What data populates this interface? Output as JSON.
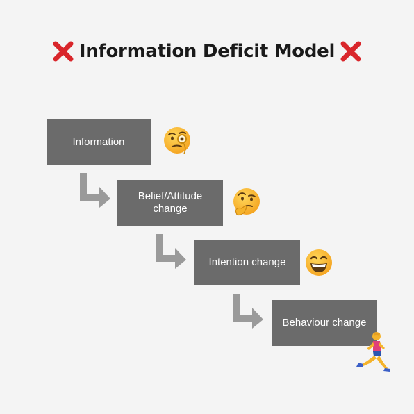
{
  "title": "Information Deficit Model",
  "icons": {
    "cross": "cross-mark-icon",
    "arrow": "down-right-arrow-icon",
    "monocle": "face-with-monocle-icon",
    "thinking": "thinking-face-icon",
    "grinning": "grinning-face-icon",
    "runner": "person-running-icon"
  },
  "colors": {
    "cross": "#d9262b",
    "box": "#6b6b6b",
    "arrow": "#9a9a9a",
    "background": "#f4f4f4",
    "box_text": "#ffffff"
  },
  "steps": [
    {
      "label": "Information",
      "icon": "face-with-monocle-icon"
    },
    {
      "label": "Belief/Attitude\nchange",
      "icon": "thinking-face-icon"
    },
    {
      "label": "Intention change",
      "icon": "grinning-face-icon"
    },
    {
      "label": "Behaviour change",
      "icon": "person-running-icon"
    }
  ]
}
